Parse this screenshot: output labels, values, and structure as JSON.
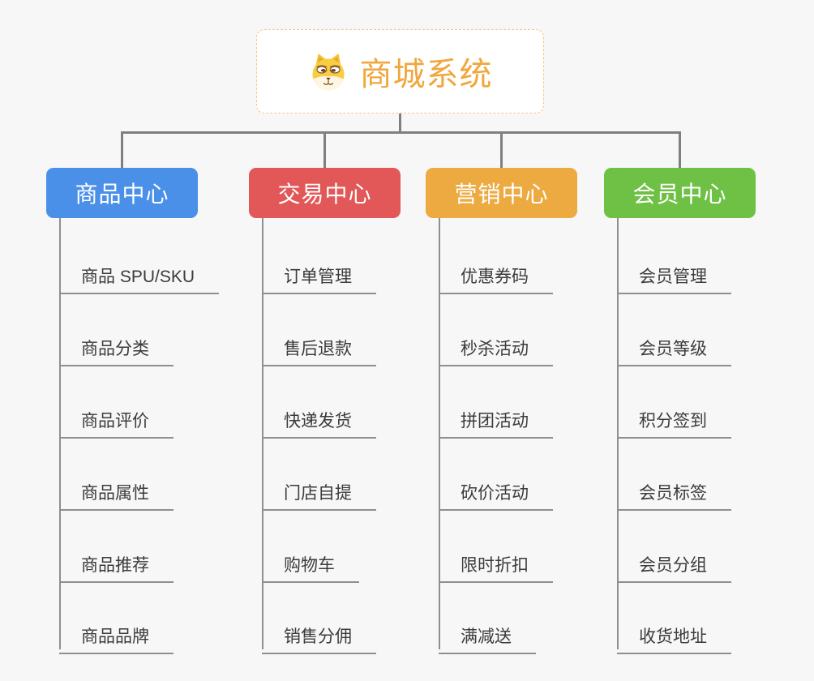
{
  "root": {
    "label": "商城系统",
    "icon": "dog-face-icon"
  },
  "branches": [
    {
      "name": "product-center",
      "label": "商品中心",
      "color": "#4a90e9",
      "children": [
        "商品 SPU/SKU",
        "商品分类",
        "商品评价",
        "商品属性",
        "商品推荐",
        "商品品牌"
      ]
    },
    {
      "name": "trade-center",
      "label": "交易中心",
      "color": "#e25757",
      "children": [
        "订单管理",
        "售后退款",
        "快递发货",
        "门店自提",
        "购物车",
        "销售分佣"
      ]
    },
    {
      "name": "marketing-center",
      "label": "营销中心",
      "color": "#ecaa41",
      "children": [
        "优惠券码",
        "秒杀活动",
        "拼团活动",
        "砍价活动",
        "限时折扣",
        "满减送"
      ]
    },
    {
      "name": "member-center",
      "label": "会员中心",
      "color": "#6ec145",
      "children": [
        "会员管理",
        "会员等级",
        "积分签到",
        "会员标签",
        "会员分组",
        "收货地址"
      ]
    }
  ],
  "colors": {
    "background": "#f7f7f7",
    "root_text": "#f0a73d",
    "root_border": "#f3c787",
    "connector": "#7f7f7f",
    "item_underline": "#8f8f8f",
    "item_text": "#3b3b3b"
  }
}
